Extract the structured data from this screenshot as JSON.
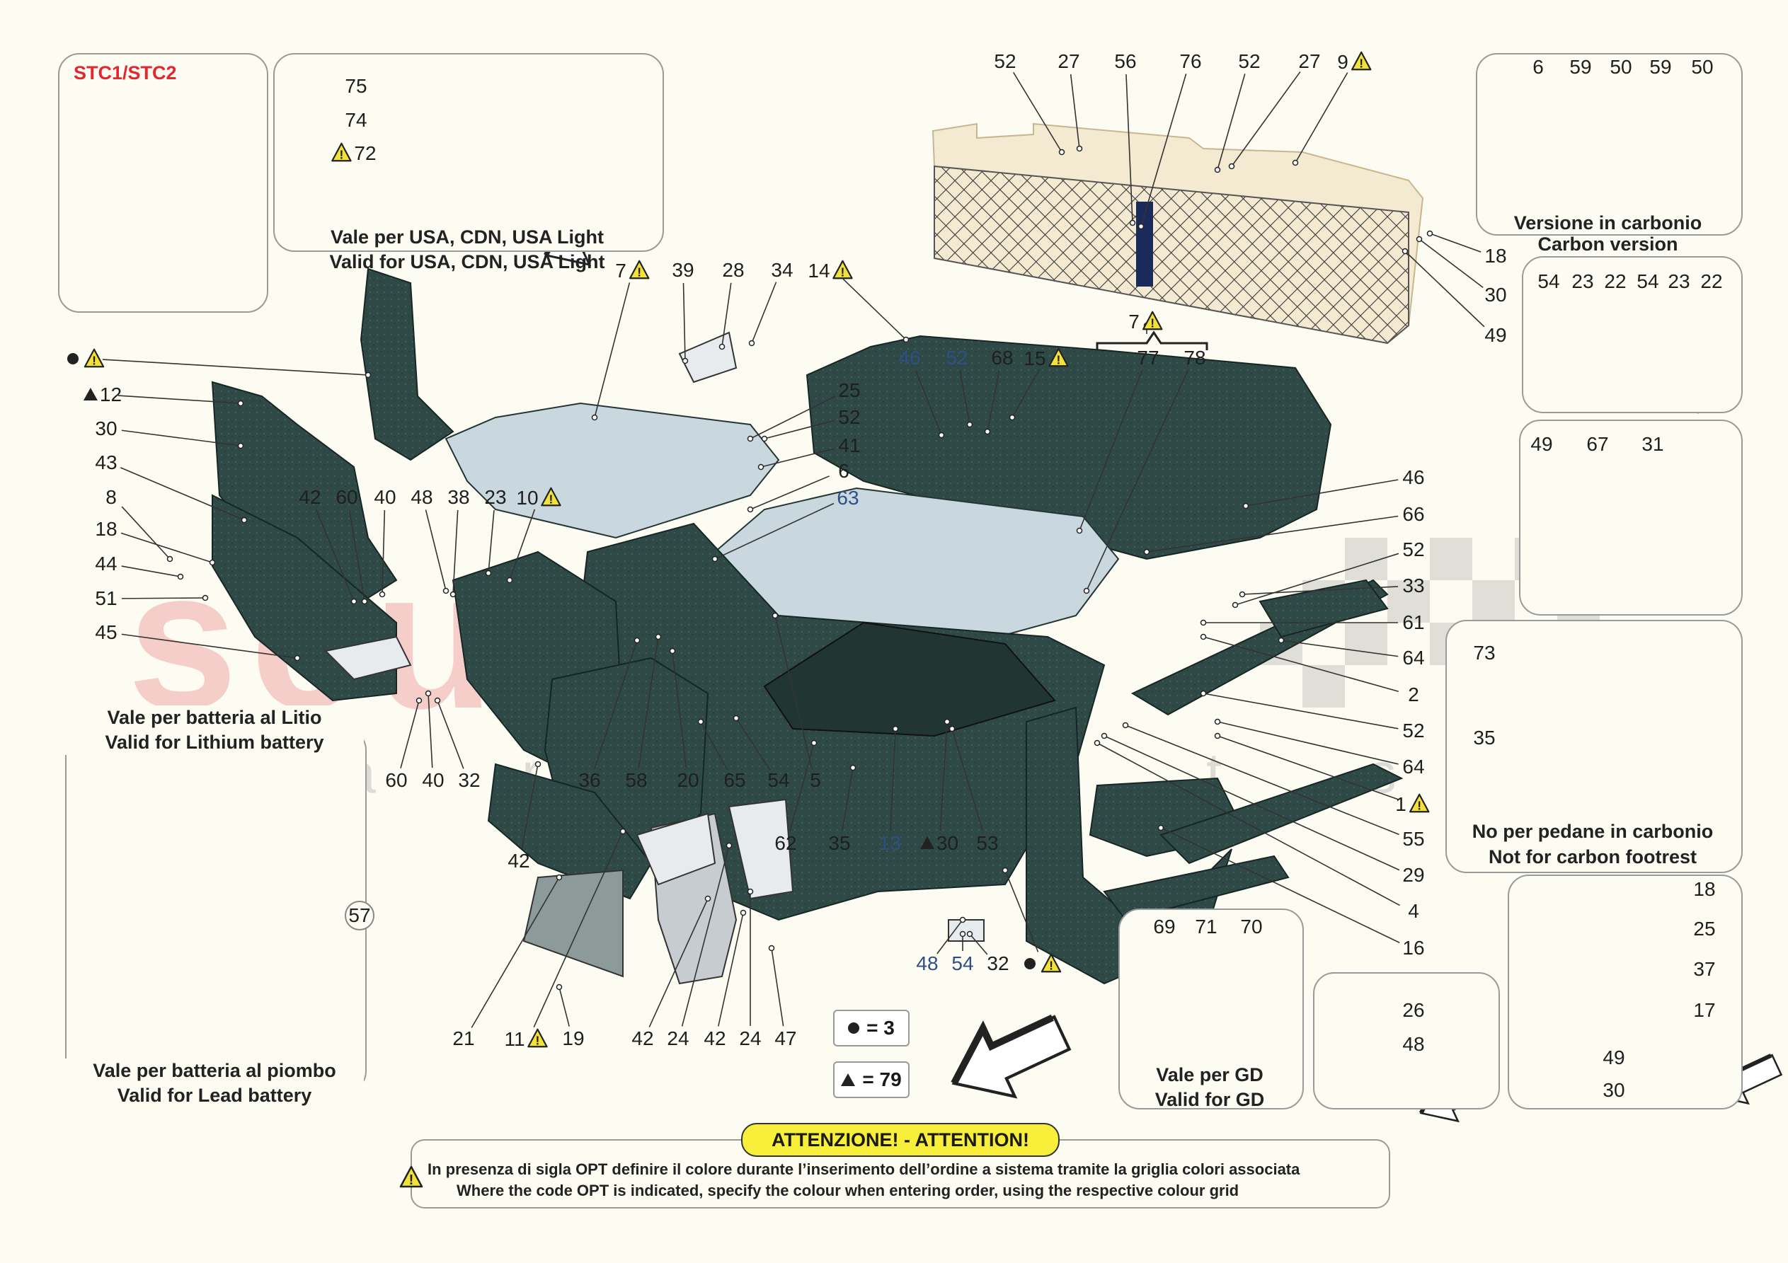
{
  "colors": {
    "background": "#fdfcf3",
    "part": "#2f4a46",
    "warning": "#f3e13a",
    "carpet_light": "#c9d8de"
  },
  "stc": {
    "title": "STC1/STC2"
  },
  "usa_note": {
    "line1": "Vale per USA, CDN, USA Light",
    "line2": "Valid for USA, CDN, USA Light"
  },
  "carbon_note": {
    "line1": "Versione in carbonio",
    "line2": "Carbon version"
  },
  "lithium_note": {
    "line1": "Vale per batteria al Litio",
    "line2": "Valid for Lithium battery"
  },
  "lead_note": {
    "line1": "Vale per batteria al piombo",
    "line2": "Valid for Lead battery"
  },
  "footrest_note": {
    "line1": "No per pedane in carbonio",
    "line2": "Not for carbon footrest"
  },
  "gd_note": {
    "line1": "Vale per GD",
    "line2": "Valid for GD"
  },
  "legend": {
    "circle_count": "= 3",
    "triangle_count": "= 79"
  },
  "attention": {
    "title": "ATTENZIONE! - ATTENTION!",
    "line_it": "In presenza di sigla OPT definire il colore durante l’inserimento dell’ordine a sistema tramite la griglia colori associata",
    "line_en": "Where the code OPT is indicated, specify the colour when entering order, using the respective colour grid"
  },
  "watermark": {
    "line1": "scuderia",
    "line2": "c a r p a r t s"
  },
  "icons": [
    "warning-triangle-icon",
    "filled-circle-icon",
    "filled-triangle-icon",
    "direction-arrow-icon"
  ],
  "labels": [
    {
      "t": "75"
    },
    {
      "t": "74"
    },
    {
      "t": "72",
      "warn_before": true
    },
    {
      "t": "52"
    },
    {
      "t": "27"
    },
    {
      "t": "56"
    },
    {
      "t": "76"
    },
    {
      "t": "52"
    },
    {
      "t": "27"
    },
    {
      "t": "9",
      "warn": true
    },
    {
      "t": "18"
    },
    {
      "t": "30"
    },
    {
      "t": "49"
    },
    {
      "t": "6"
    },
    {
      "t": "59"
    },
    {
      "t": "50"
    },
    {
      "t": "59"
    },
    {
      "t": "50"
    },
    {
      "t": "54"
    },
    {
      "t": "23"
    },
    {
      "t": "22"
    },
    {
      "t": "54"
    },
    {
      "t": "23"
    },
    {
      "t": "22"
    },
    {
      "t": "49"
    },
    {
      "t": "67"
    },
    {
      "t": "31"
    },
    {
      "t": "73"
    },
    {
      "t": "35"
    },
    {
      "t": "18"
    },
    {
      "t": "25"
    },
    {
      "t": "37"
    },
    {
      "t": "17"
    },
    {
      "t": "49"
    },
    {
      "t": "30"
    },
    {
      "t": "26"
    },
    {
      "t": "48"
    },
    {
      "t": "69"
    },
    {
      "t": "71"
    },
    {
      "t": "70"
    },
    {
      "t": "7",
      "warn": true
    },
    {
      "t": "39"
    },
    {
      "t": "28"
    },
    {
      "t": "34"
    },
    {
      "t": "14",
      "warn": true
    },
    {
      "t": "",
      "circle": true,
      "warn": true
    },
    {
      "t": "12",
      "tri": true
    },
    {
      "t": "30"
    },
    {
      "t": "43"
    },
    {
      "t": "8"
    },
    {
      "t": "18"
    },
    {
      "t": "44"
    },
    {
      "t": "51"
    },
    {
      "t": "45"
    },
    {
      "t": "42"
    },
    {
      "t": "60"
    },
    {
      "t": "40"
    },
    {
      "t": "48"
    },
    {
      "t": "38"
    },
    {
      "t": "23"
    },
    {
      "t": "10",
      "warn": true
    },
    {
      "t": "25"
    },
    {
      "t": "52"
    },
    {
      "t": "41"
    },
    {
      "t": "6"
    },
    {
      "t": "63",
      "blue": true
    },
    {
      "t": "46",
      "blue": true
    },
    {
      "t": "52",
      "blue": true
    },
    {
      "t": "68"
    },
    {
      "t": "15",
      "warn": true
    },
    {
      "t": "7",
      "warn": true
    },
    {
      "t": "77"
    },
    {
      "t": "78"
    },
    {
      "t": "46"
    },
    {
      "t": "66"
    },
    {
      "t": "52"
    },
    {
      "t": "33"
    },
    {
      "t": "61"
    },
    {
      "t": "64"
    },
    {
      "t": "2"
    },
    {
      "t": "52"
    },
    {
      "t": "64"
    },
    {
      "t": "1",
      "warn": true
    },
    {
      "t": "55"
    },
    {
      "t": "29"
    },
    {
      "t": "4"
    },
    {
      "t": "16"
    },
    {
      "t": "60"
    },
    {
      "t": "40"
    },
    {
      "t": "32"
    },
    {
      "t": "36"
    },
    {
      "t": "58"
    },
    {
      "t": "20"
    },
    {
      "t": "65"
    },
    {
      "t": "54"
    },
    {
      "t": "5"
    },
    {
      "t": "42"
    },
    {
      "t": "62"
    },
    {
      "t": "35"
    },
    {
      "t": "13",
      "blue": true
    },
    {
      "t": "30",
      "tri": true
    },
    {
      "t": "53"
    },
    {
      "t": "48",
      "blue": true
    },
    {
      "t": "54",
      "blue": true
    },
    {
      "t": "32"
    },
    {
      "t": "",
      "circle": true,
      "warn": true
    },
    {
      "t": "57"
    },
    {
      "t": "21"
    },
    {
      "t": "11",
      "warn": true
    },
    {
      "t": "19"
    },
    {
      "t": "42"
    },
    {
      "t": "24"
    },
    {
      "t": "42"
    },
    {
      "t": "24"
    },
    {
      "t": "47"
    }
  ]
}
